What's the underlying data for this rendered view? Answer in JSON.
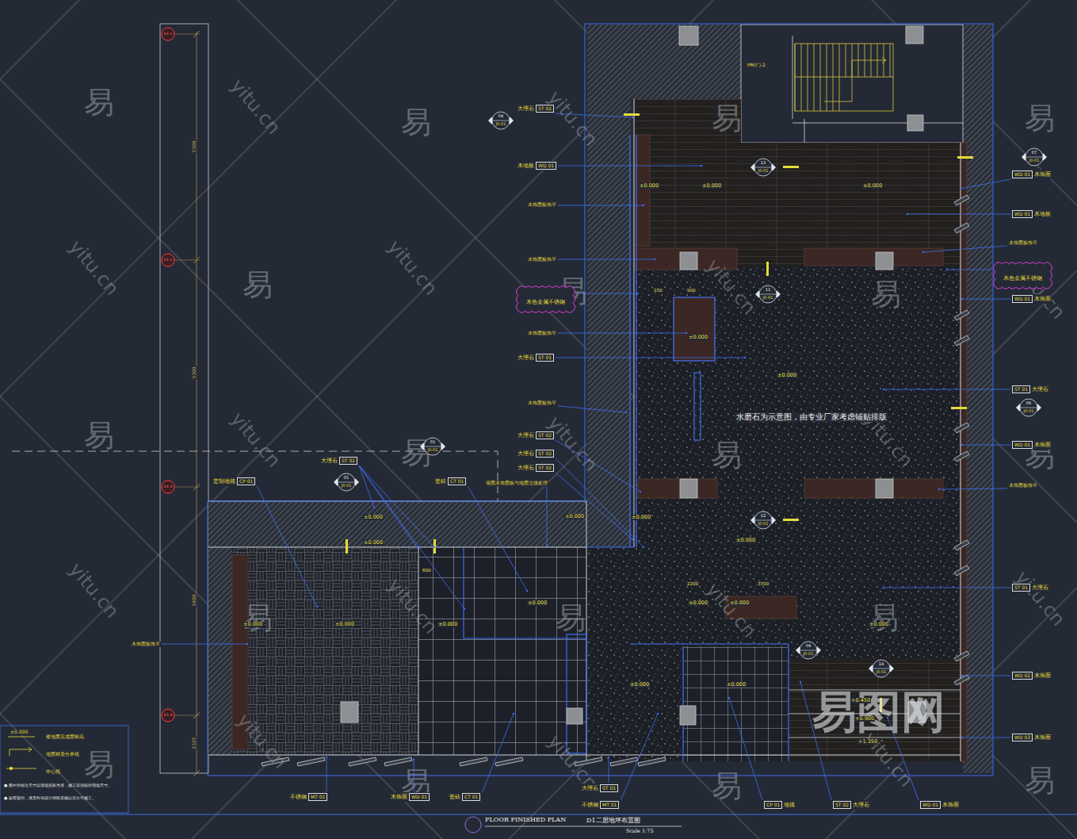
{
  "diagram": {
    "title": "D1二层地坪布置图",
    "caption": "Scale 1:75",
    "nodes": [
      {
        "text": [
          "大理石",
          "ST 02"
        ]
      },
      {
        "text": [
          "木地板",
          "WD 01"
        ]
      },
      {
        "text": [
          "WD 01",
          "木饰面"
        ]
      },
      {
        "text": [
          "WD 01",
          "木地板"
        ]
      },
      {
        "text": [
          "WD 01",
          "木饰面"
        ]
      },
      {
        "text": [
          "大理石",
          "ST 01"
        ]
      },
      {
        "text": [
          "ST 01",
          "大理石"
        ]
      },
      {
        "text": [
          "WD 01",
          "木饰面"
        ]
      },
      {
        "text": [
          "大理石",
          "ST 02"
        ]
      },
      {
        "text": [
          "大理石",
          "ST 02"
        ]
      },
      {
        "text": [
          "大理石",
          "ST 02"
        ]
      },
      {
        "text": [
          "大理石",
          "ST 02"
        ]
      },
      {
        "text": [
          "定制地毯",
          "CP 01"
        ]
      },
      {
        "text": [
          "瓷砖",
          "CT 01"
        ]
      },
      {
        "text": [
          "ST 01",
          "大理石"
        ]
      },
      {
        "text": [
          "WD 02",
          "木饰面"
        ]
      },
      {
        "text": [
          "WD 03",
          "木饰面"
        ]
      },
      {
        "text": [
          "不锈钢",
          "MT 01"
        ]
      },
      {
        "text": [
          "木饰面",
          "WD 01"
        ]
      },
      {
        "text": [
          "瓷砖",
          "CT 01"
        ]
      },
      {
        "text": [
          "大理石",
          "ST 01"
        ]
      },
      {
        "text": [
          "不锈钢",
          "MT 01"
        ]
      },
      {
        "text": [
          "CP 01",
          "地毯"
        ]
      },
      {
        "text": [
          "ST 02",
          "大理石"
        ]
      },
      {
        "text": [
          "WD 01",
          "木饰面"
        ]
      },
      {
        "text": [
          "木色金属不锈钢"
        ]
      },
      {
        "text": [
          "木色金属不锈钢"
        ]
      },
      {
        "text": [
          "04",
          "J0-01"
        ]
      },
      {
        "text": [
          "13",
          "J0-01"
        ]
      },
      {
        "text": [
          "07",
          "J0-01"
        ]
      },
      {
        "text": [
          "11",
          "J0-01"
        ]
      },
      {
        "text": [
          "06",
          "J0-01"
        ]
      },
      {
        "text": [
          "12",
          "J0-01"
        ]
      },
      {
        "text": [
          "01",
          "J0-01"
        ]
      },
      {
        "text": [
          "01",
          "J0-01"
        ]
      },
      {
        "text": [
          "09",
          "J0-01"
        ]
      },
      {
        "text": [
          "14",
          "J0-01"
        ]
      }
    ],
    "labels": [
      "易",
      "易",
      "易",
      "易",
      "易",
      "易",
      "易",
      "易",
      "易",
      "易",
      "易",
      "易",
      "易",
      "易",
      "易",
      "易",
      "易",
      "易",
      "yitu.cn",
      "yitu.cn",
      "yitu.cn",
      "yitu.cn",
      "yitu.cn",
      "yitu.cn",
      "yitu.cn",
      "yitu.cn",
      "yitu.cn",
      "yitu.cn",
      "yitu.cn",
      "yitu.cn",
      "yitu.cn",
      "yitu.cn",
      "yitu.cn",
      "yitu.cn",
      "易图网",
      "PM/门-2",
      "±0.000",
      "±0.000",
      "±0.000",
      "±0.000",
      "±0.000",
      "±0.000",
      "±0.000",
      "±0.000",
      "±0.000",
      "±0.000",
      "±0.000",
      "±0.000",
      "±0.000",
      "±0.000",
      "±0.000",
      "±0.000",
      "±0.000",
      "±0.000",
      "±0.000",
      "+0.450",
      "+0.900",
      "+1.350",
      "木饰面板饰平",
      "木饰面板饰平",
      "木饰面板饰平",
      "木饰面板饰平",
      "木饰面板饰平",
      "木饰面板饰平",
      "木饰面板饰平",
      "水磨石为示意图，由专业厂家考虑铺贴排版",
      "墙面木饰面板与地面交接处理",
      "3300",
      "3300",
      "3400",
      "2325",
      "150",
      "900",
      "2200",
      "3700",
      "600",
      "D1-1",
      "D1-2",
      "D1-3",
      "D1-4",
      "FLOOR FINISHED PLAN",
      "±0.000",
      "● 图中所标注尺寸以现场实际为准，施工前须核对现场尺寸。",
      "● 如有疑问，请及时与设计师联系确认后方可施工。"
    ],
    "legend": [
      {
        "text": "楼地面完成面标高"
      },
      {
        "text": "地面材质分界线"
      },
      {
        "text": "中心线"
      }
    ]
  }
}
